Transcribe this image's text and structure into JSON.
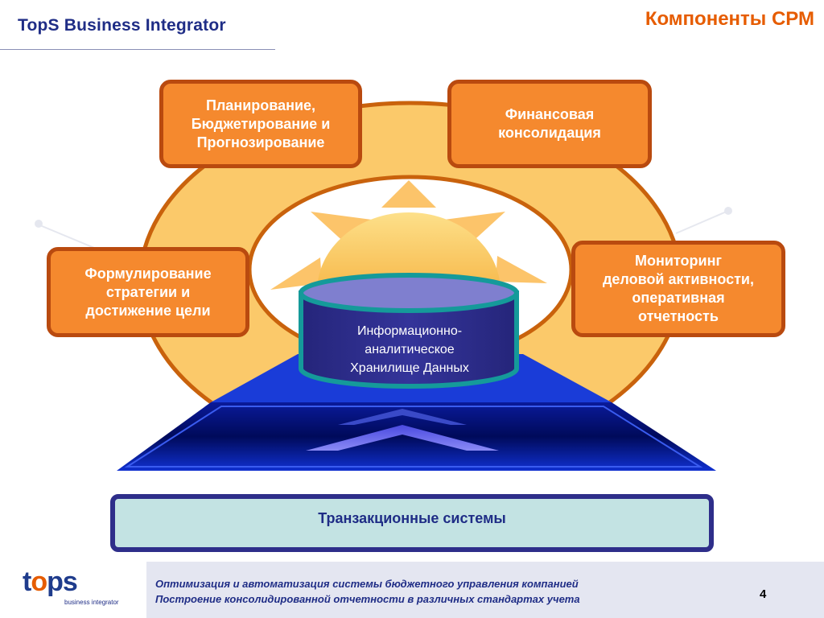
{
  "header": {
    "brand": "TopS Business Integrator",
    "title": "Компоненты СРМ"
  },
  "boxes": {
    "planning": "Планирование,\nБюджетирование и\nПрогнозирование",
    "consolidation": "Финансовая\nконсолидация",
    "strategy": "Формулирование\nстратегии и\nдостижение цели",
    "monitoring": "Мониторинг\nделовой активности,\nоперативная\nотчетность"
  },
  "data_warehouse": "Информационно-\nаналитическое\nХранилище Данных",
  "transaction_systems": "Транзакционные системы",
  "footer": {
    "line1": "Оптимизация и автоматизация системы бюджетного управления компанией",
    "line2": "Построение консолидированной отчетности в различных стандартах учета",
    "page": "4"
  },
  "logo": {
    "t": "t",
    "o": "o",
    "ps": "ps",
    "sub": "business integrator"
  },
  "colors": {
    "orange": "#f5892e",
    "orange_border": "#b94a0f",
    "ring": "#fbc96a",
    "navy": "#1f2d86",
    "title": "#e65c00"
  }
}
